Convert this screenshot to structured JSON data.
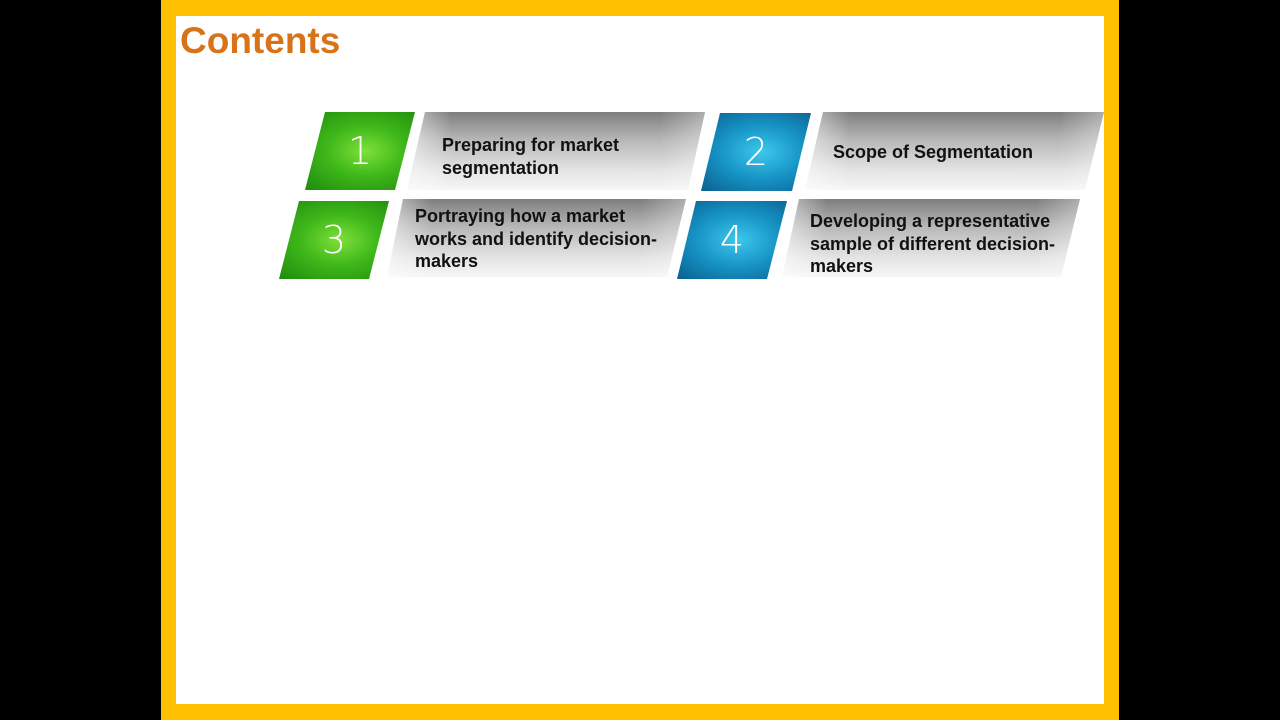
{
  "slide": {
    "title": "Contents",
    "items": [
      {
        "number": "1",
        "label": "Preparing for market segmentation",
        "color": "#3fb81a"
      },
      {
        "number": "2",
        "label": "Scope of Segmentation",
        "color": "#1692c4"
      },
      {
        "number": "3",
        "label": "Portraying how a market works and identify decision-makers",
        "color": "#3fb81a"
      },
      {
        "number": "4",
        "label": "Developing a representative sample of different decision-makers",
        "color": "#1692c4"
      }
    ]
  },
  "colors": {
    "frame": "#FFC000",
    "title": "#D9731A"
  }
}
